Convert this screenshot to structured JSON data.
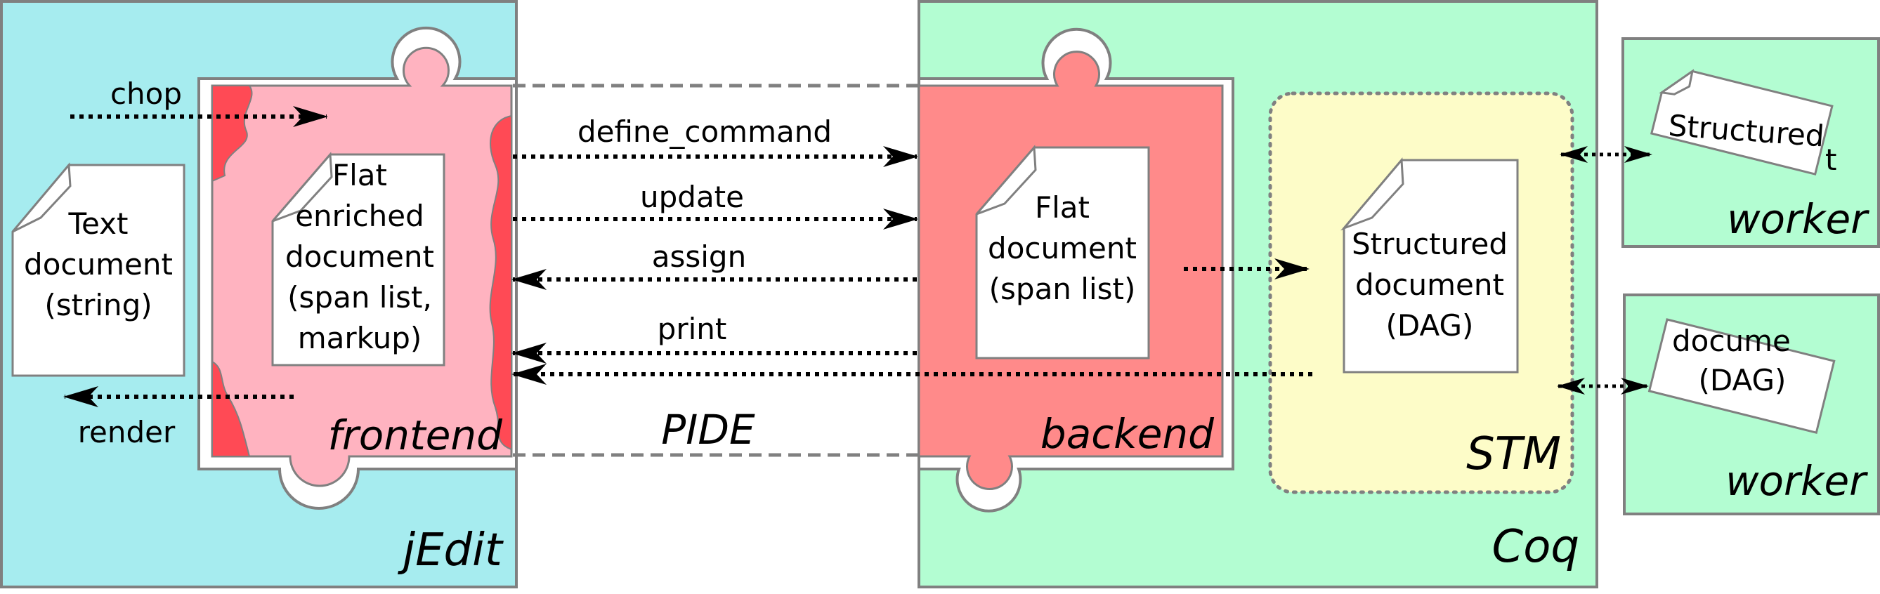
{
  "diagram": {
    "jedit_label": "jEdit",
    "coq_label": "Coq",
    "frontend_label": "frontend",
    "backend_label": "backend",
    "pide_label": "PIDE",
    "stm_label": "STM",
    "worker_label": "worker",
    "text_doc": [
      "Text",
      "document",
      "(string)"
    ],
    "flat_enriched_doc": [
      "Flat",
      "enriched",
      "document",
      "(span list,",
      "markup)"
    ],
    "flat_doc": [
      "Flat",
      "document",
      "(span list)"
    ],
    "structured_doc": [
      "Structured",
      "document",
      "(DAG)"
    ],
    "worker1_doc": [
      "Structured",
      "t"
    ],
    "worker2_doc": [
      "docume",
      "(DAG)"
    ],
    "arrows": {
      "chop": "chop",
      "render": "render",
      "define_command": "define_command",
      "update": "update",
      "assign": "assign",
      "print": "print"
    },
    "colors": {
      "jedit_bg": "#a6ecef",
      "coq_bg": "#b3fdd2",
      "frontend_bg": "#ffb3c0",
      "frontend_edge": "#ff4a55",
      "backend_bg": "#ff8a8a",
      "stm_bg": "#fdfcc8",
      "border": "#808080"
    }
  }
}
